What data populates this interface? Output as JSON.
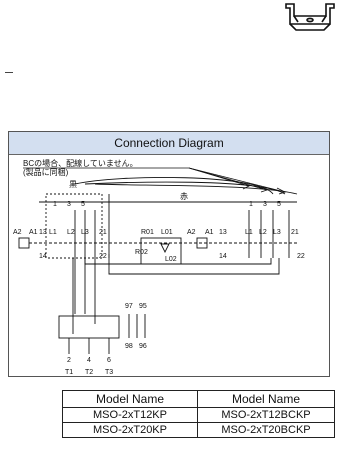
{
  "diagram": {
    "title": "Connection Diagram",
    "note_line1": "BCの場合、配線していません。",
    "note_line2": "(製品に同梱)",
    "left_unit_label": "黒",
    "right_unit_label": "赤",
    "terminals": {
      "a2": "A2",
      "a1": "A1",
      "t13": "13",
      "l1": "L1",
      "l2": "L2",
      "l3": "L3",
      "t21": "21",
      "t14": "14",
      "t22": "22",
      "n1": "1",
      "n3": "3",
      "n5": "5",
      "r01": "R01",
      "l01": "L01",
      "r02": "R02",
      "l02": "L02",
      "t97": "97",
      "t95": "95",
      "t98": "98",
      "t96": "96",
      "n2": "2",
      "n4": "4",
      "n6": "6",
      "t1": "T1",
      "t2": "T2",
      "t3": "T3"
    }
  },
  "models": {
    "headers": [
      "Model Name",
      "Model Name"
    ],
    "rows": [
      [
        "MSO-2xT12KP",
        "MSO-2xT12BCKP"
      ],
      [
        "MSO-2xT20KP",
        "MSO-2xT20BCKP"
      ]
    ]
  }
}
